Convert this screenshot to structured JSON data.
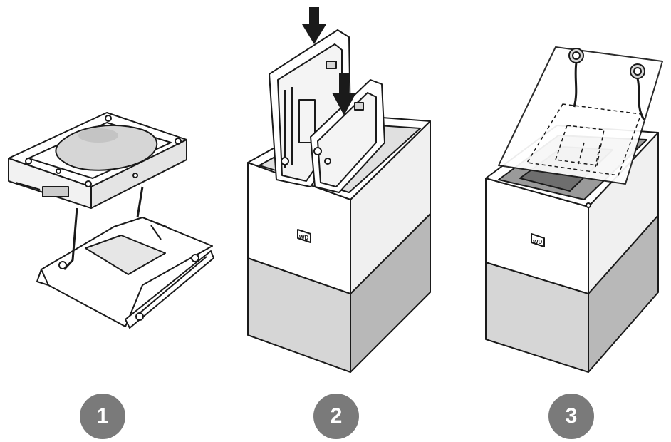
{
  "steps": [
    {
      "number": "1",
      "logo_text": ""
    },
    {
      "number": "2",
      "logo_text": "WD"
    },
    {
      "number": "3",
      "logo_text": "WD"
    }
  ],
  "colors": {
    "line": "#1a1a1a",
    "light_gray": "#d6d6d6",
    "mid_gray": "#b8b8b8",
    "badge": "#7a7a7a",
    "white": "#ffffff"
  }
}
